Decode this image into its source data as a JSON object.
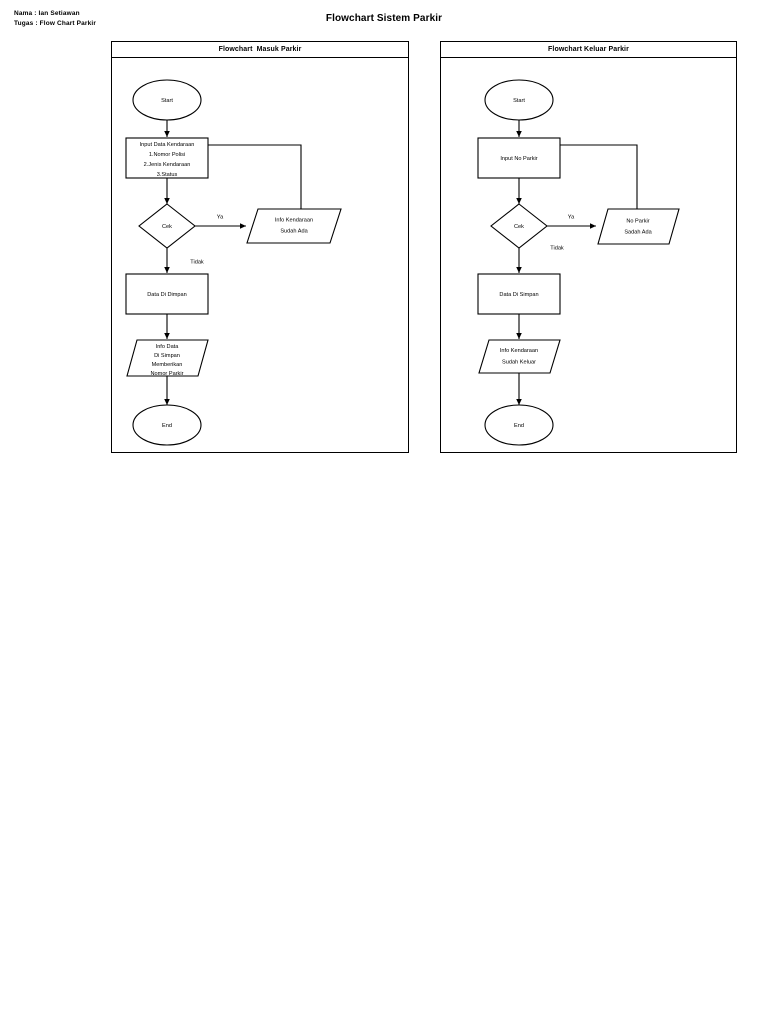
{
  "header": {
    "name_line": "Nama : Ian Setiawan",
    "task_line": "Tugas : Flow Chart Parkir",
    "document_title": "Flowchart Sistem Parkir"
  },
  "colors": {
    "stroke": "#000000",
    "fill": "#ffffff",
    "text": "#000000"
  },
  "panels": [
    {
      "id": "masuk",
      "title": "Flowchart  Masuk Parkir",
      "nodes": {
        "start": "Start",
        "input_l1": "Input Data Kendaraan",
        "input_l2": "1.Nomor Polisi",
        "input_l3": "2.Jenis Kendaraan",
        "input_l4": "3.Status",
        "decision": "Cek",
        "yes_output_l1": "Info Kendaraan",
        "yes_output_l2": "Sudah Ada",
        "process": "Data Di Dimpan",
        "output_l1": "Info Data",
        "output_l2": "Di Simpan",
        "output_l3": "Memberikan",
        "output_l4": "Nomor Parkir",
        "end": "End"
      },
      "edges": {
        "yes": "Ya",
        "no": "Tidak"
      }
    },
    {
      "id": "keluar",
      "title": "Flowchart Keluar Parkir",
      "nodes": {
        "start": "Start",
        "input_l1": "Input No Parkir",
        "decision": "Cek",
        "yes_output_l1": "No Parkir",
        "yes_output_l2": "Sadah Ada",
        "process": "Data Di Simpan",
        "output_l1": "Info Kendaraan",
        "output_l2": "Sudah Keluar",
        "end": "End"
      },
      "edges": {
        "yes": "Ya",
        "no": "Tidak"
      }
    }
  ]
}
